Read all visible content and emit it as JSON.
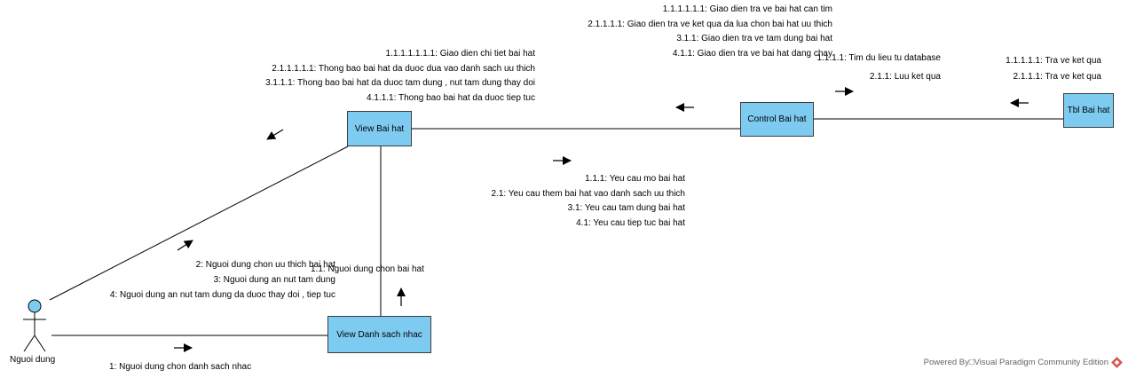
{
  "actor": {
    "name": "Nguoi dung"
  },
  "objects": {
    "view_bai_hat": "View Bai hat",
    "control_bai_hat": "Control Bai hat",
    "tbl_bai_hat": "Tbl Bai hat",
    "view_danh_sach_nhac": "View Danh sach nhac"
  },
  "messages": {
    "top_control_to_view": [
      "1.1.1.1.1.1: Giao dien tra ve bai hat can tim",
      "2.1.1.1.1: Giao dien tra ve ket qua da lua chon bai hat uu thich",
      "3.1.1: Giao dien tra ve tam dung bai hat",
      "4.1.1: Giao dien tra ve bai hat dang chay"
    ],
    "view_to_actor": [
      "1.1.1.1.1.1.1: Giao dien chi tiet bai hat",
      "2.1.1.1.1.1: Thong bao bai hat da duoc dua vao danh sach uu thich",
      "3.1.1.1: Thong bao bai hat da duoc tam dung , nut tam dung thay doi",
      "4.1.1.1: Thong bao bai hat da duoc tiep tuc"
    ],
    "control_to_tbl": [
      "1.1.1.1: Tim du lieu tu database",
      "2.1.1: Luu ket qua"
    ],
    "tbl_to_control": [
      "1.1.1.1.1: Tra ve ket qua",
      "2.1.1.1: Tra ve ket qua"
    ],
    "view_to_control": [
      "1.1.1: Yeu cau mo bai hat",
      "2.1: Yeu cau them bai hat vao danh sach uu thich",
      "3.1: Yeu cau tam dung bai hat",
      "4.1: Yeu cau tiep tuc bai hat"
    ],
    "actor_to_view": [
      "2: Nguoi dung chon uu thich bai hat",
      "3: Nguoi dung an nut tam dung",
      "4: Nguoi dung an nut tam dung da duoc thay doi , tiep tuc"
    ],
    "list_to_view": "1.1: Nguoi dung chon bai hat",
    "actor_to_list": "1: Nguoi dung chon danh sach nhac"
  },
  "footer": "Powered By□Visual Paradigm Community Edition",
  "colors": {
    "object_fill": "#7ecbf1",
    "line": "#000000"
  }
}
